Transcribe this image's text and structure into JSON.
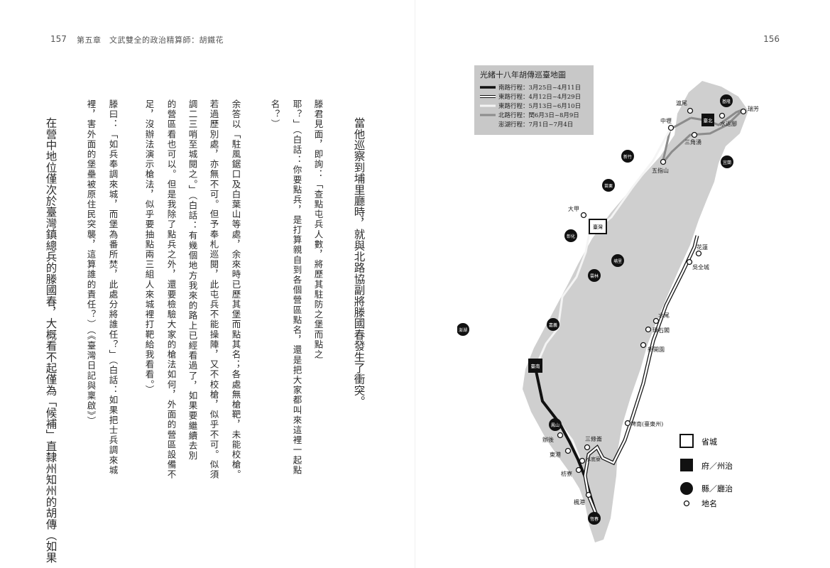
{
  "left_page": {
    "page_number": "157",
    "running_head": "第五章　文武雙全的政治精算師：胡鐵花",
    "columns": [
      {
        "text": "當他巡察到埔里廳時，就與北路協副將滕國春發生了衝突。",
        "style": "body"
      },
      {
        "text": "滕君見面，即詢：「查點屯兵人數，將歷其駐防之堡而點之",
        "style": "quote"
      },
      {
        "text": "耶？」（白話：你要點兵，是打算親自到各個營區點名，還是把大家都叫來這裡一起點",
        "style": "quote"
      },
      {
        "text": "名？）",
        "style": "quote"
      },
      {
        "text": "余答以「駐風鋸口及白葉山等處，余來時已歷其堡而點其名；各處無槍靶，未能校槍。",
        "style": "quote"
      },
      {
        "text": "若過歷別處，亦無不可。但予奉札巡閱，此屯兵不能操陣，又不校槍，似乎不可。似須",
        "style": "quote"
      },
      {
        "text": "調二三哨至城閱之。」（白話：有幾個地方我來的路上已經看過了，如果要繼續去別",
        "style": "quote"
      },
      {
        "text": "的營區看也可以。但是我除了點兵之外，還要檢驗大家的槍法如何，外面的營區設備不",
        "style": "quote"
      },
      {
        "text": "足，沒辦法演示槍法，似乎要抽點兩三組人來城裡打靶給我看看。）",
        "style": "quote"
      },
      {
        "text": "滕曰：「如兵奉調來城，而堡為番所焚，此處分將誰任？」（白話：如果把士兵調來城",
        "style": "quote"
      },
      {
        "text": "裡，害外面的堡壘被原住民突襲，這算誰的責任？）（《臺灣日記與稟啟》）",
        "style": "quote"
      },
      {
        "text": "在營中地位僅次於臺灣鎮總兵的滕國春，大概看不起僅為「候補」直隸州知州的胡傳（如果",
        "style": "body"
      }
    ]
  },
  "right_page": {
    "page_number": "156",
    "map": {
      "title": "光緒十八年胡傳巡臺地圖",
      "routes": [
        {
          "label": "南路行程：3月25日~4月11日",
          "color": "#111111"
        },
        {
          "label": "東路行程：4月12日~4月29日",
          "color": "#ffffff"
        },
        {
          "label": "東路行程：5月13日~6月10日",
          "color": "#f4f4f4"
        },
        {
          "label": "北路行程：閏6月3日~8月9日",
          "color": "#8c8c8c"
        },
        {
          "label": "澎湖行程：7月1日~7月4日",
          "color": ""
        }
      ],
      "legend": [
        {
          "icon": "square-outline",
          "label": "省城"
        },
        {
          "icon": "square-filled",
          "label": "府／州治"
        },
        {
          "icon": "circle-filled",
          "label": "縣／廳治"
        },
        {
          "icon": "circle-outline",
          "label": "地名"
        }
      ],
      "places": {
        "provincial": [
          "臺灣"
        ],
        "prefecture": [
          "臺北",
          "臺南"
        ],
        "county": [
          "基隆",
          "宜蘭",
          "新竹",
          "苗栗",
          "彰化",
          "埔里",
          "雲林",
          "嘉義",
          "鳳山",
          "恆春",
          "澎湖"
        ],
        "sites": [
          "滬尾",
          "瑞芳",
          "中壢",
          "水返腳",
          "三角湧",
          "五指山",
          "大甲",
          "花蓮",
          "吳全城",
          "水尾",
          "璞石閣",
          "新開園",
          "埤南(臺東州)",
          "三條崙",
          "辦後",
          "東港",
          "水底寮",
          "枋寮",
          "楓港"
        ]
      }
    }
  }
}
